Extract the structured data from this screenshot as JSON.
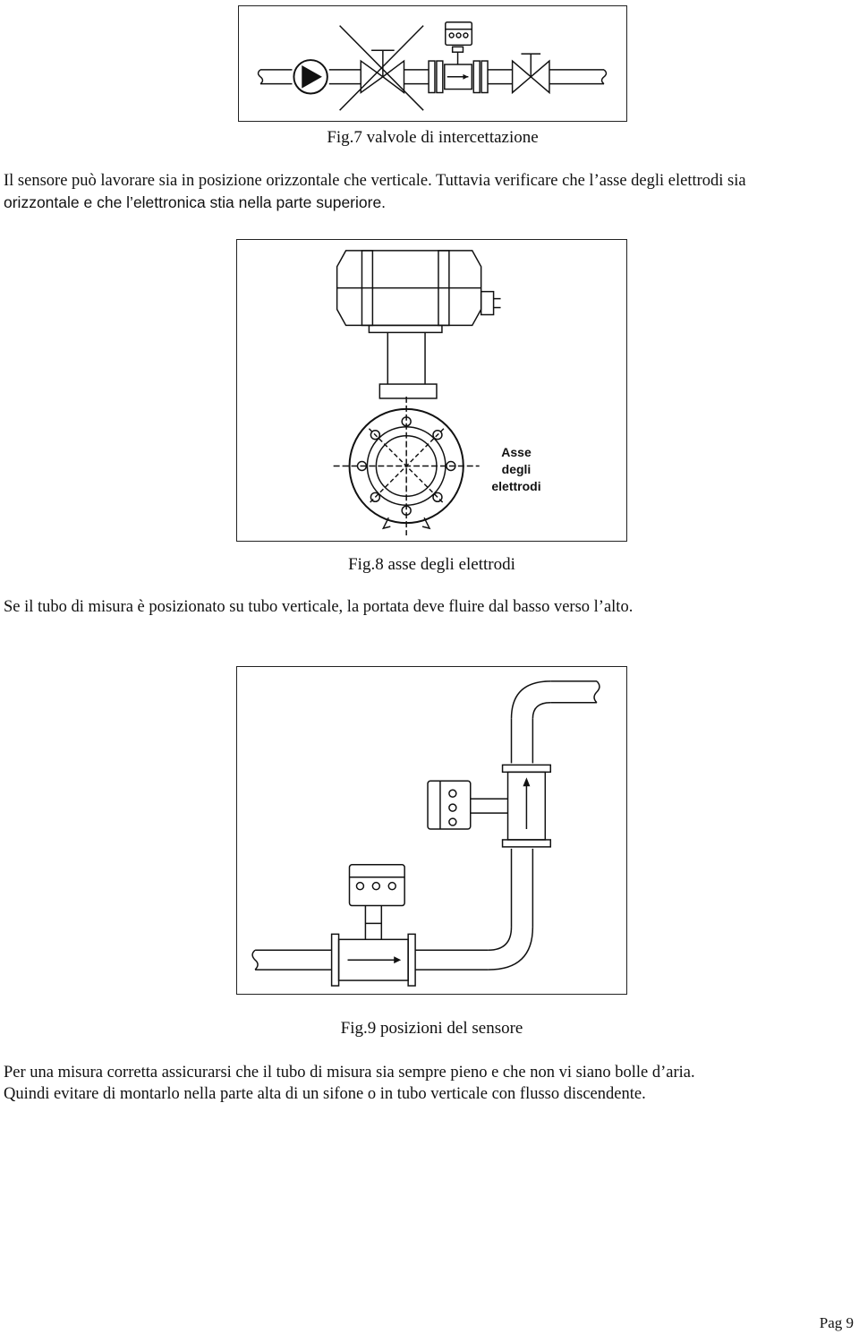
{
  "fig7": {
    "caption": "Fig.7 valvole di intercettazione"
  },
  "paragraph1": {
    "line1": "Il sensore può lavorare sia in posizione orizzontale che verticale. Tuttavia verificare che l’asse degli elettrodi sia",
    "line2": "orizzontale e che l’elettronica stia nella parte superiore."
  },
  "fig8": {
    "label_line1": "Asse",
    "label_line2": "degli",
    "label_line3": "elettrodi",
    "caption": "Fig.8 asse degli elettrodi"
  },
  "paragraph2": {
    "line1": "Se il tubo di misura è posizionato su tubo verticale, la portata deve fluire dal basso verso l’alto."
  },
  "fig9": {
    "caption": "Fig.9 posizioni del sensore"
  },
  "paragraph3": {
    "line1": "Per una misura corretta assicurarsi che il tubo di misura sia sempre pieno e che non vi siano bolle d’aria.",
    "line2": "Quindi evitare di montarlo nella parte alta di un sifone o in tubo verticale con flusso discendente."
  },
  "footer": {
    "page_number": "Pag 9"
  }
}
